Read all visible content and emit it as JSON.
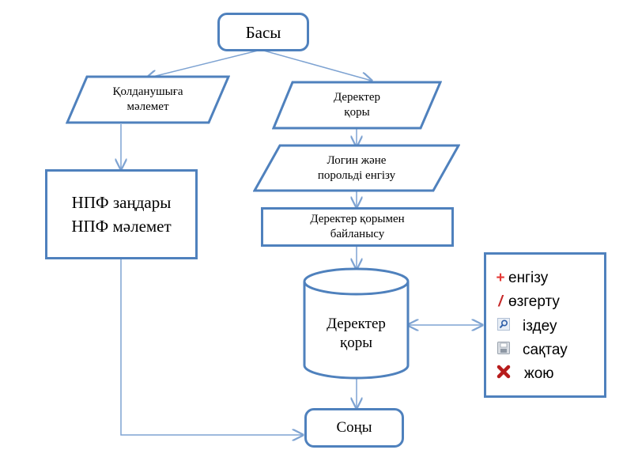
{
  "nodes": {
    "start": "Басы",
    "user_info": [
      "Қолданушыға",
      "мәлемет"
    ],
    "database_top": [
      "Деректер",
      "қоры"
    ],
    "login": [
      "Логин және",
      "порольді енгізу"
    ],
    "db_connect": [
      "Деректер қорымен",
      "байланысу"
    ],
    "npf": [
      "НПФ заңдары",
      "НПФ мәлемет"
    ],
    "database": [
      "Деректер",
      "қоры"
    ],
    "end": "Соңы"
  },
  "legend": {
    "items": [
      {
        "icon": "plus-icon",
        "label": "енгізу"
      },
      {
        "icon": "slash-icon",
        "label": "өзгерту"
      },
      {
        "icon": "search-icon",
        "label": "іздеу"
      },
      {
        "icon": "save-icon",
        "label": "сақтау"
      },
      {
        "icon": "delete-icon",
        "label": "жою"
      }
    ],
    "colors": {
      "plus": "#e53935",
      "slash": "#c62828",
      "delete": "#b71c1c",
      "border": "#4f81bd",
      "arrow": "#7ea3d2"
    }
  }
}
